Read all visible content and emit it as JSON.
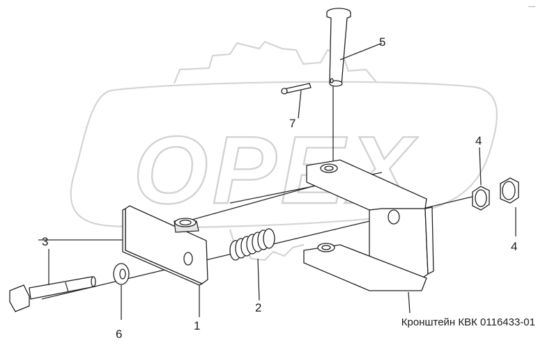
{
  "watermark": {
    "brand_text": "OPEX",
    "logo": "gear-oval-logo"
  },
  "callouts": [
    {
      "id": "label-1",
      "text": "1"
    },
    {
      "id": "label-2",
      "text": "2"
    },
    {
      "id": "label-3",
      "text": "3"
    },
    {
      "id": "label-4-top",
      "text": "4"
    },
    {
      "id": "label-4-bottom",
      "text": "4"
    },
    {
      "id": "label-5",
      "text": "5"
    },
    {
      "id": "label-6",
      "text": "6"
    },
    {
      "id": "label-7",
      "text": "7"
    }
  ],
  "caption": "Кронштейн КВК 0116433-01",
  "corner_mark": "—"
}
